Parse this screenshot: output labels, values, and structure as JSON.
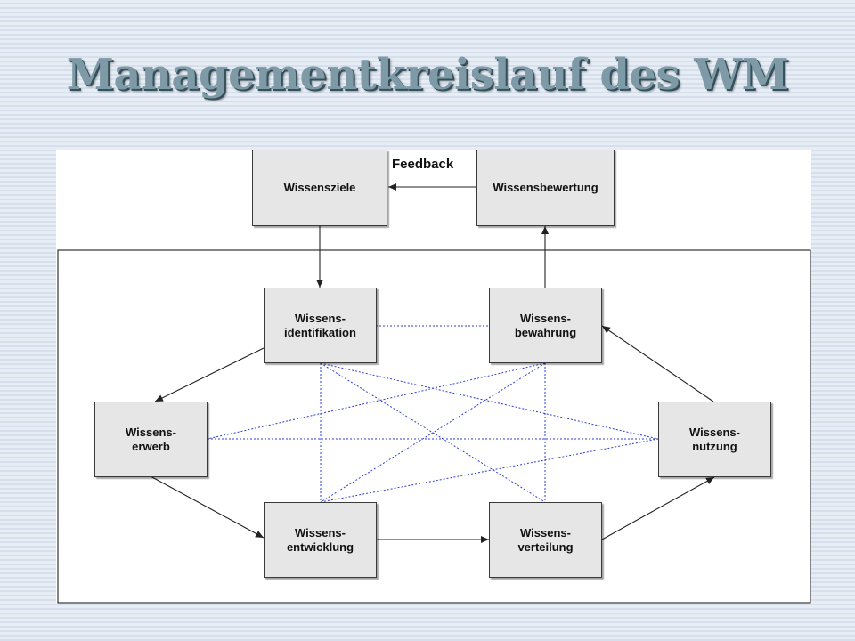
{
  "title": "Managementkreislauf des WM",
  "diagram": {
    "feedback_label": "Feedback",
    "nodes": {
      "ziele": "Wissensziele",
      "bewertung": "Wissensbewertung",
      "identifikation": "Wissens-\nidentifikation",
      "bewahrung": "Wissens-\nbewahrung",
      "erwerb": "Wissens-\nerwerb",
      "nutzung": "Wissens-\nnutzung",
      "entwicklung": "Wissens-\nentwicklung",
      "verteilung": "Wissens-\nverteilung"
    },
    "colors": {
      "box_fill": "#e6e6e6",
      "box_border": "#3a3a3a",
      "arrow": "#222222",
      "dotted_links": "#2e3fd6",
      "title": "#7d9aa6"
    }
  }
}
